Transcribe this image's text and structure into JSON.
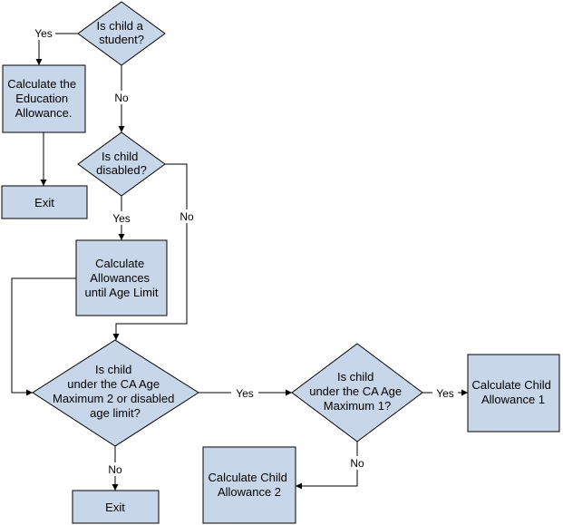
{
  "diagram": {
    "nodes": {
      "is_student": {
        "lines": [
          "Is child a",
          "student?"
        ]
      },
      "calc_education": {
        "lines": [
          "Calculate the",
          "Education",
          "Allowance."
        ]
      },
      "exit_top": {
        "lines": [
          "Exit"
        ]
      },
      "is_disabled": {
        "lines": [
          "Is child",
          "disabled?"
        ]
      },
      "calc_until_age": {
        "lines": [
          "Calculate",
          "Allowances",
          "until Age Limit"
        ]
      },
      "is_under_max2": {
        "lines": [
          "Is child",
          "under the CA Age",
          "Maximum 2 or disabled",
          "age limit?"
        ]
      },
      "is_under_max1": {
        "lines": [
          "Is child",
          "under the CA Age",
          "Maximum 1?"
        ]
      },
      "calc_child_1": {
        "lines": [
          "Calculate Child",
          "Allowance 1"
        ]
      },
      "calc_child_2": {
        "lines": [
          "Calculate Child",
          "Allowance 2"
        ]
      },
      "exit_bottom": {
        "lines": [
          "Exit"
        ]
      }
    },
    "edge_labels": {
      "student_yes": "Yes",
      "student_no": "No",
      "disabled_yes": "Yes",
      "disabled_no": "No",
      "max2_yes": "Yes",
      "max2_no": "No",
      "max1_yes": "Yes",
      "max1_no": "No"
    },
    "colors": {
      "node_fill": "#c8d6ea",
      "stroke": "#000000"
    }
  }
}
